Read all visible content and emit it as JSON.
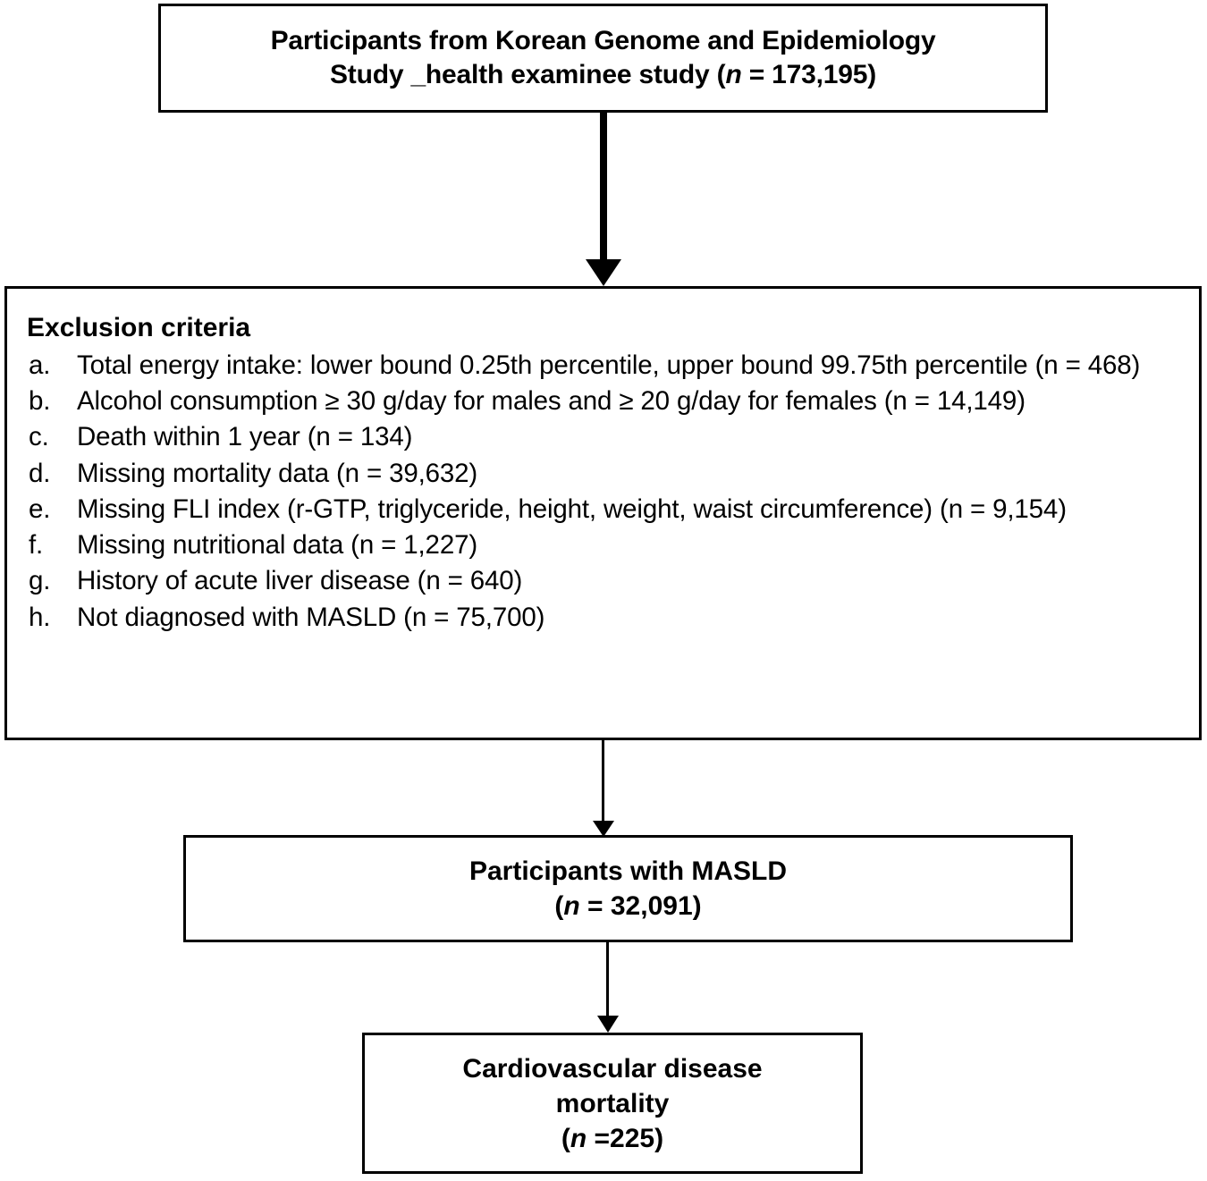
{
  "figure": {
    "type": "flowchart",
    "orientation": "vertical",
    "title_box": {
      "line1": "Participants from Korean Genome and Epidemiology",
      "line2_prefix": "Study _health examinee  study (",
      "line2_italic": "n",
      "line2_suffix": " = 173,195)"
    },
    "exclusion": {
      "heading": "Exclusion criteria",
      "items": [
        {
          "marker": "a.",
          "text": "Total energy intake: lower bound 0.25th percentile, upper bound 99.75th percentile (n = 468)"
        },
        {
          "marker": "b.",
          "text": "Alcohol consumption ≥ 30 g/day for males and ≥ 20 g/day for females (n = 14,149)"
        },
        {
          "marker": "c.",
          "text": "Death within 1 year (n = 134)"
        },
        {
          "marker": "d.",
          "text": "Missing mortality data (n = 39,632)"
        },
        {
          "marker": "e.",
          "text": "Missing FLI index (r-GTP, triglyceride, height, weight, waist circumference) (n = 9,154)"
        },
        {
          "marker": "f.",
          "text": "Missing nutritional data (n = 1,227)"
        },
        {
          "marker": "g.",
          "text": "History of acute liver disease (n = 640)"
        },
        {
          "marker": "h.",
          "text": "Not diagnosed with MASLD (n = 75,700)"
        }
      ]
    },
    "masld_box": {
      "title": "Participants with MASLD",
      "n_prefix": "(",
      "n_italic": "n",
      "n_suffix": " = 32,091)"
    },
    "outcome_box": {
      "line1": "Cardiovascular disease",
      "line2": "mortality",
      "n_prefix": "(",
      "n_italic": "n",
      "n_suffix": " =225)"
    },
    "arrows": [
      {
        "name": "arrow-top-to-exclusion",
        "style": "thick",
        "direction": "down"
      },
      {
        "name": "arrow-exclusion-to-masld",
        "style": "thin",
        "direction": "down"
      },
      {
        "name": "arrow-masld-to-outcome",
        "style": "thin",
        "direction": "down"
      }
    ],
    "colors": {
      "stroke": "#000000",
      "background": "#ffffff",
      "text": "#000000"
    }
  }
}
